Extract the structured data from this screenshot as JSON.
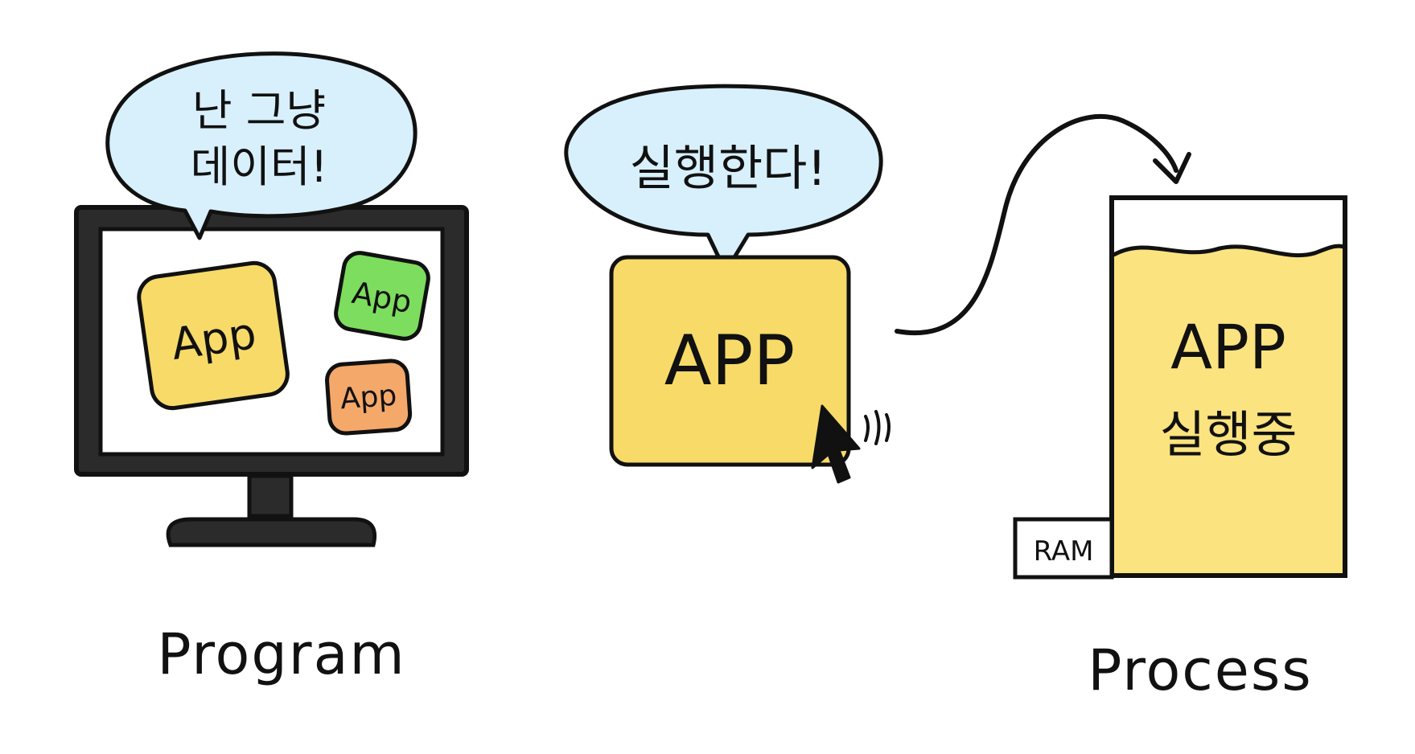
{
  "program": {
    "bubble_line1": "난 그냥",
    "bubble_line2": "데이터!",
    "icons": [
      {
        "label": "App",
        "color": "#f7da68"
      },
      {
        "label": "App",
        "color": "#7ddd5e"
      },
      {
        "label": "App",
        "color": "#f4a86a"
      }
    ],
    "caption": "Program"
  },
  "run": {
    "bubble": "실행한다!",
    "app_label": "APP",
    "app_color": "#f7da68",
    "icons": [
      "cursor-icon"
    ]
  },
  "process": {
    "ram_label": "RAM",
    "app_label": "APP",
    "status_label": "실행중",
    "fill_color": "#fbe37f",
    "fill_fraction": 0.88,
    "caption": "Process"
  },
  "colors": {
    "bubble": "#d8f0fb",
    "ink": "#111111",
    "monitor": "#2b2b2b"
  }
}
